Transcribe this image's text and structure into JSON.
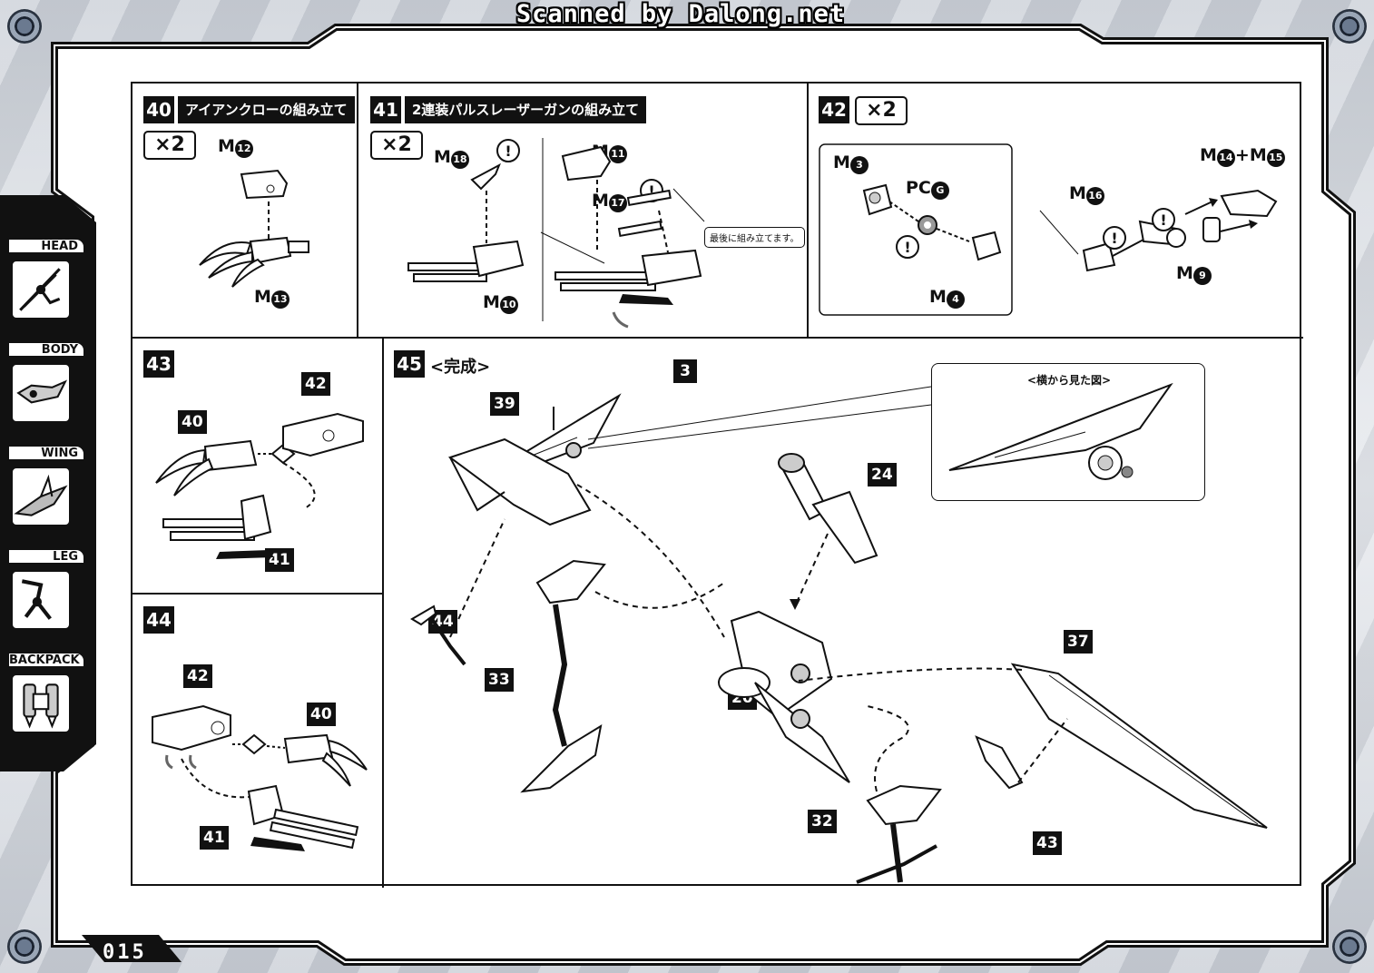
{
  "header": {
    "scan_credit": "Scanned by Dalong.net"
  },
  "page_number": "015",
  "sidebar": {
    "items": [
      {
        "label": "HEAD",
        "icon": "head-part-icon"
      },
      {
        "label": "BODY",
        "icon": "body-part-icon"
      },
      {
        "label": "WING",
        "icon": "wing-part-icon"
      },
      {
        "label": "LEG",
        "icon": "leg-part-icon"
      },
      {
        "label": "BACKPACK",
        "icon": "backpack-part-icon"
      }
    ]
  },
  "steps": {
    "s40": {
      "num": "40",
      "title": "アイアンクローの組み立て",
      "times": "×2",
      "parts": {
        "a": "M",
        "a_num": "12",
        "b": "M",
        "b_num": "13"
      }
    },
    "s41": {
      "num": "41",
      "title": "2連装パルスレーザーガンの組み立て",
      "times": "×2",
      "parts": {
        "a": "M",
        "a_num": "18",
        "b": "M",
        "b_num": "10",
        "c": "M",
        "c_num": "11",
        "d": "M",
        "d_num": "17"
      },
      "note": "最後に組み立てます。"
    },
    "s42": {
      "num": "42",
      "times": "×2",
      "parts": {
        "a": "M",
        "a_num": "3",
        "pc": "PC",
        "pc_letter": "G",
        "b": "M",
        "b_num": "4",
        "c": "M",
        "c_num": "16",
        "d": "M",
        "d_num": "14",
        "plus": "+",
        "e": "M",
        "e_num": "15",
        "f": "M",
        "f_num": "9"
      }
    },
    "s43": {
      "num": "43",
      "refs": [
        "40",
        "42",
        "41"
      ]
    },
    "s44": {
      "num": "44",
      "refs": [
        "42",
        "40",
        "41"
      ]
    },
    "s45": {
      "num": "45",
      "title": "<完成>",
      "side_view": "<横から見た図>",
      "refs": [
        "3",
        "39",
        "24",
        "44",
        "33",
        "20",
        "37",
        "32",
        "43"
      ]
    }
  },
  "colors": {
    "ink": "#111111",
    "paper": "#ffffff",
    "frame": "#1a1a1a",
    "background": "#d9dde3"
  }
}
